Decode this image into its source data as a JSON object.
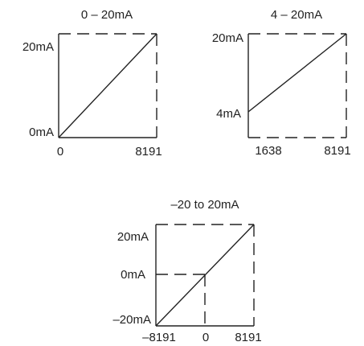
{
  "colors": {
    "line": "#222222",
    "background": "#ffffff"
  },
  "diagrams": [
    {
      "title": "0 – 20mA",
      "y_labels": {
        "top": "20mA",
        "bottom": "0mA"
      },
      "x_labels": {
        "left": "0",
        "right": "8191"
      }
    },
    {
      "title": "4 – 20mA",
      "y_labels": {
        "top": "20mA",
        "bottom": "4mA"
      },
      "x_labels": {
        "left": "1638",
        "right": "8191"
      }
    },
    {
      "title": "–20 to 20mA",
      "y_labels": {
        "top": "20mA",
        "mid": "0mA",
        "bottom": "–20mA"
      },
      "x_labels": {
        "left": "–8191",
        "mid": "0",
        "right": "8191"
      }
    }
  ]
}
